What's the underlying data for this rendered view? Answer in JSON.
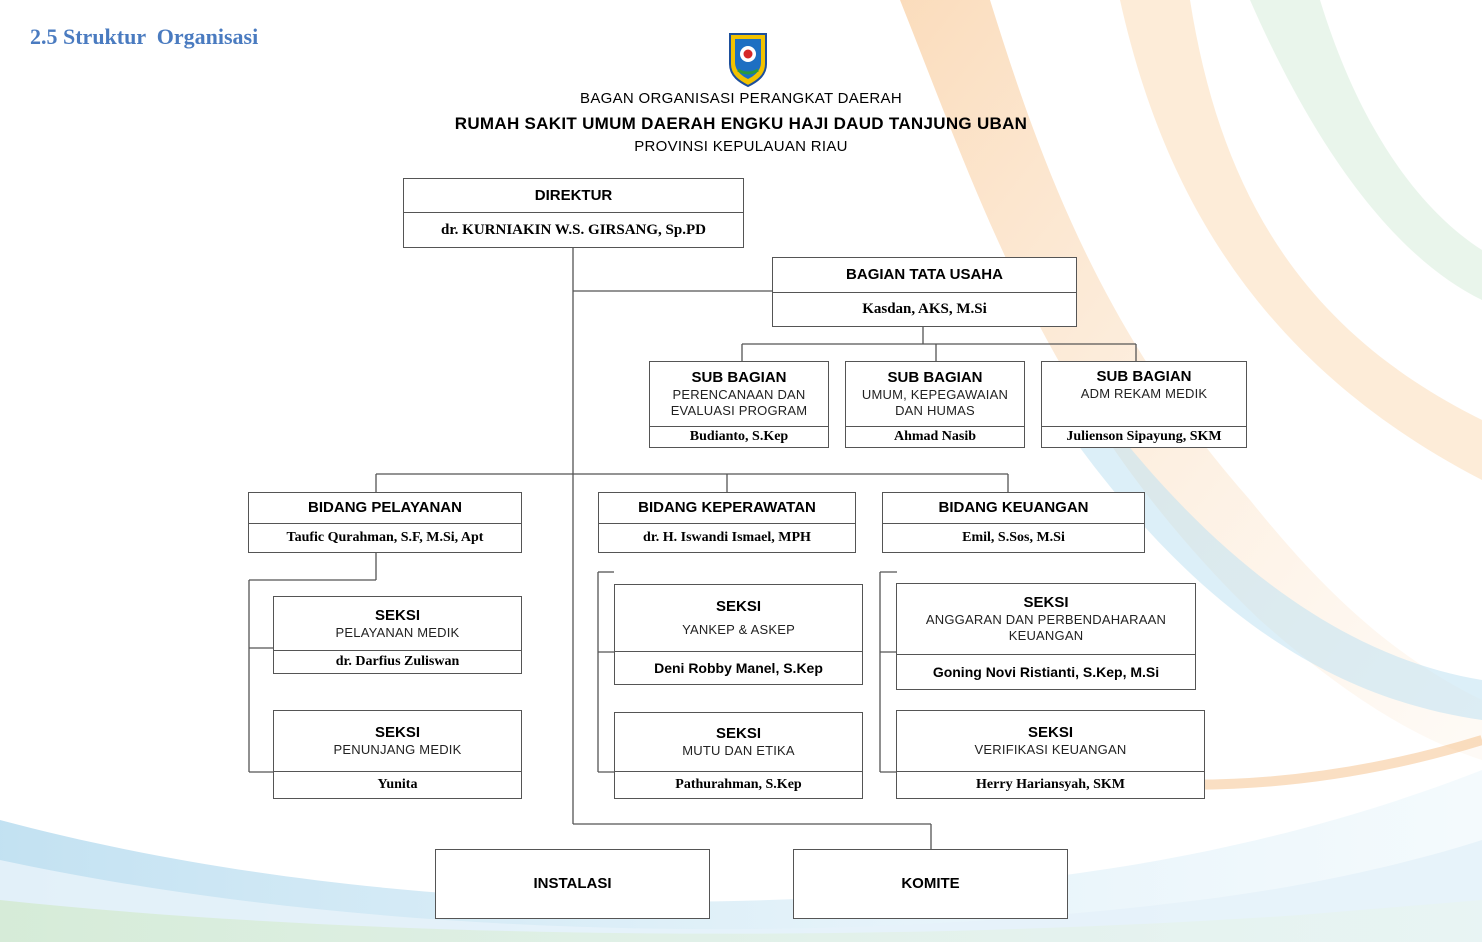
{
  "section_title": "2.5 Struktur  Organisasi",
  "header": {
    "line1": "BAGAN ORGANISASI PERANGKAT DAERAH",
    "line2": "RUMAH SAKIT UMUM DAERAH ENGKU HAJI DAUD TANJUNG UBAN",
    "line3": "PROVINSI KEPULAUAN RIAU"
  },
  "logo_icon": "province-emblem-icon",
  "colors": {
    "title_blue": "#4a7bc0",
    "box_border": "#555555",
    "line": "#555555"
  },
  "direktur": {
    "title": "DIREKTUR",
    "name": "dr. KURNIAKIN W.S. GIRSANG, Sp.PD"
  },
  "tata_usaha": {
    "title": "BAGIAN TATA USAHA",
    "name": "Kasdan, AKS, M.Si"
  },
  "sub_bagian": [
    {
      "title": "SUB BAGIAN",
      "desc": "PERENCANAAN DAN EVALUASI PROGRAM",
      "name": "Budianto, S.Kep"
    },
    {
      "title": "SUB BAGIAN",
      "desc": "UMUM, KEPEGAWAIAN DAN HUMAS",
      "name": "Ahmad Nasib"
    },
    {
      "title": "SUB BAGIAN",
      "desc": "ADM REKAM MEDIK",
      "name": "Julienson Sipayung, SKM"
    }
  ],
  "bidang": [
    {
      "title": "BIDANG PELAYANAN",
      "name": "Taufic Qurahman, S.F, M.Si, Apt"
    },
    {
      "title": "BIDANG KEPERAWATAN",
      "name": "dr. H. Iswandi Ismael, MPH"
    },
    {
      "title": "BIDANG KEUANGAN",
      "name": "Emil, S.Sos, M.Si"
    }
  ],
  "seksi": {
    "pelayanan_medik": {
      "title": "SEKSI",
      "desc": "PELAYANAN MEDIK",
      "name": "dr. Darfius Zuliswan"
    },
    "penunjang_medik": {
      "title": "SEKSI",
      "desc": "PENUNJANG MEDIK",
      "name": "Yunita"
    },
    "yankep": {
      "title": "SEKSI",
      "desc": "YANKEP & ASKEP",
      "name": "Deni Robby Manel, S.Kep"
    },
    "mutu": {
      "title": "SEKSI",
      "desc": "MUTU DAN ETIKA",
      "name": "Pathurahman, S.Kep"
    },
    "anggaran": {
      "title": "SEKSI",
      "desc": "ANGGARAN DAN PERBENDAHARAAN KEUANGAN",
      "name": "Goning Novi Ristianti, S.Kep, M.Si"
    },
    "verifikasi": {
      "title": "SEKSI",
      "desc": "VERIFIKASI KEUANGAN",
      "name": "Herry Hariansyah, SKM"
    }
  },
  "instalasi": {
    "title": "INSTALASI"
  },
  "komite": {
    "title": "KOMITE"
  }
}
